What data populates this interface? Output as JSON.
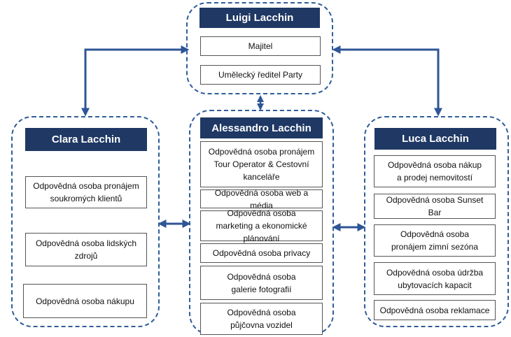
{
  "top": {
    "name": "Luigi Lacchin",
    "roles": [
      "Majitel",
      "Umělecký ředitel Party"
    ]
  },
  "left": {
    "name": "Clara Lacchin",
    "roles": [
      "Odpovědná osoba pronájem soukromých klientů",
      "Odpovědná osoba lidských zdrojů",
      "Odpovědná osoba nákupu"
    ]
  },
  "center": {
    "name": "Alessandro  Lacchin",
    "roles": [
      "Odpovědná osoba pronájem Tour Operator & Cestovní kanceláře",
      "Odpovědná osoba web a média",
      "Odpovědná osoba marketing a ekonomické plánování",
      "Odpovědná osoba privacy",
      "Odpovědná osoba galerie fotografií",
      "Odpovědná osoba půjčovna vozidel"
    ]
  },
  "right": {
    "name": "Luca  Lacchin",
    "roles": [
      "Odpovědná osoba nákup a prodej nemovitostí",
      "Odpovědná osoba Sunset Bar",
      "Odpovědná osoba pronájem zimní sezóna",
      "Odpovědná osoba údržba ubytovacích kapacit",
      "Odpovědná osoba reklamace"
    ]
  },
  "colors": {
    "header_fill": "#1f3864",
    "dash_border": "#2f5d9a",
    "arrow": "#2e5597"
  }
}
